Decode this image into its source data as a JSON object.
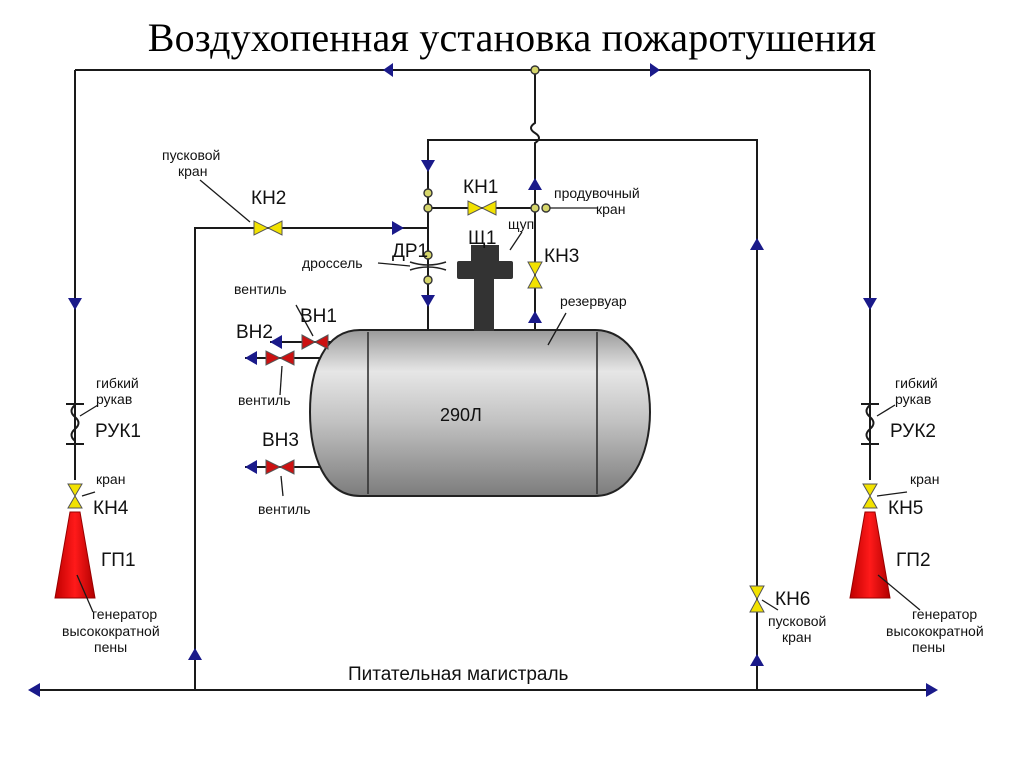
{
  "title": "Воздухопенная установка пожаротушения",
  "labels": {
    "kn1": "КН1",
    "kn2": "КН2",
    "kn3": "КН3",
    "kn4": "КН4",
    "kn5": "КН5",
    "kn6": "КН6",
    "dr1": "ДР1",
    "sch1": "Щ1",
    "vn1": "ВН1",
    "vn2": "ВН2",
    "vn3": "ВН3",
    "ruk1": "РУК1",
    "ruk2": "РУК2",
    "gp1": "ГП1",
    "gp2": "ГП2",
    "tank_volume": "290Л",
    "main_line": "Питательная магистраль"
  },
  "notes": {
    "pusk_kran_line1": "пусковой",
    "pusk_kran_line2": "кран",
    "produv_line1": "продувочный",
    "produv_line2": "кран",
    "schup": "щуп",
    "drossel": "дроссель",
    "rezervuar": "резервуар",
    "ventil_1": "вентиль",
    "ventil_2": "вентиль",
    "ventil_3": "вентиль",
    "gibkiy_1": "гибкий",
    "rukav_1": "рукав",
    "gibkiy_2": "гибкий",
    "rukav_2": "рукав",
    "kran_1": "кран",
    "kran_2": "кран",
    "gen_line1": "генератор",
    "gen_line2": "высокократной",
    "gen_line3": "пены",
    "gen2_line1": "генератор",
    "gen2_line2": "высокократной",
    "gen2_line3": "пены",
    "pusk6_line1": "пусковой",
    "pusk6_line2": "кран"
  },
  "colors": {
    "pipe": "#1a1a1a",
    "arrow": "#1a1a8a",
    "valve_yellow": "#f2e200",
    "valve_red": "#cc1111",
    "generator_red": "#e00000",
    "tank_gray": "#b8b8b8",
    "probe_dark": "#333333"
  }
}
